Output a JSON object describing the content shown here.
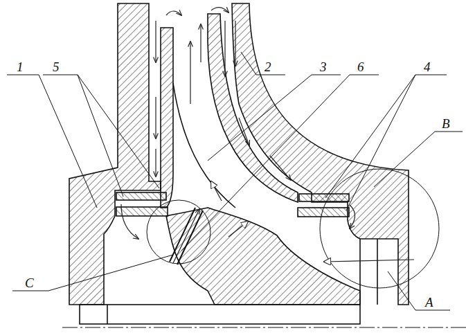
{
  "diagram": {
    "labels": [
      "1",
      "5",
      "2",
      "3",
      "6",
      "4",
      "B",
      "C",
      "A"
    ]
  }
}
